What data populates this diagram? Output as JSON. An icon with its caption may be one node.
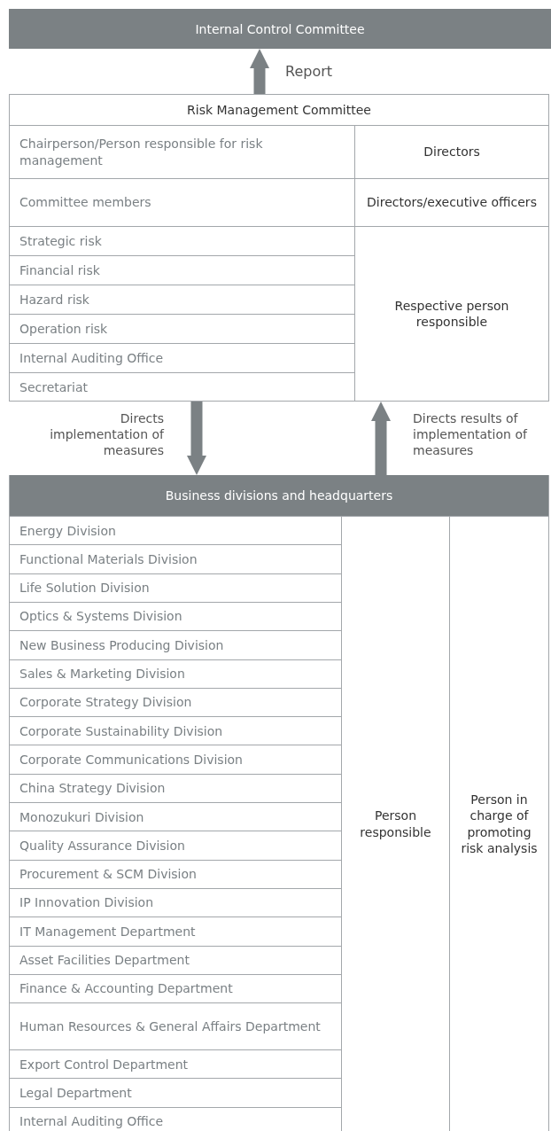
{
  "diagram": {
    "nodes": [
      {
        "text": [
          "Internal Control Committee"
        ]
      },
      {
        "text": [
          "Risk Management Committee"
        ]
      },
      {
        "text": [
          "Chairperson/Person responsible for risk management"
        ],
        "in": 1
      },
      {
        "text": [
          "Directors"
        ],
        "in": 1
      },
      {
        "text": [
          "Committee members"
        ],
        "in": 1
      },
      {
        "text": [
          "Directors/executive officers"
        ],
        "in": 1
      },
      {
        "text": [
          "Strategic risk"
        ],
        "in": 1
      },
      {
        "text": [
          "Financial risk"
        ],
        "in": 1
      },
      {
        "text": [
          "Hazard risk"
        ],
        "in": 1
      },
      {
        "text": [
          "Operation risk"
        ],
        "in": 1
      },
      {
        "text": [
          "Internal Auditing Office"
        ],
        "in": 1
      },
      {
        "text": [
          "Secretariat"
        ],
        "in": 1
      },
      {
        "text": [
          "Respective person responsible"
        ],
        "in": 1
      },
      {
        "text": [
          "Business divisions and headquarters"
        ]
      },
      {
        "text": [
          "Energy Division"
        ],
        "in": 13
      },
      {
        "text": [
          "Functional Materials Division"
        ],
        "in": 13
      },
      {
        "text": [
          "Life Solution Division"
        ],
        "in": 13
      },
      {
        "text": [
          "Optics & Systems Division"
        ],
        "in": 13
      },
      {
        "text": [
          "New Business Producing Division"
        ],
        "in": 13
      },
      {
        "text": [
          "Sales & Marketing Division"
        ],
        "in": 13
      },
      {
        "text": [
          "Corporate Strategy Division"
        ],
        "in": 13
      },
      {
        "text": [
          "Corporate Sustainability Division"
        ],
        "in": 13
      },
      {
        "text": [
          "Corporate Communications Division"
        ],
        "in": 13
      },
      {
        "text": [
          "China Strategy Division"
        ],
        "in": 13
      },
      {
        "text": [
          "Monozukuri Division"
        ],
        "in": 13
      },
      {
        "text": [
          "Quality Assurance Division"
        ],
        "in": 13
      },
      {
        "text": [
          "Procurement & SCM Division"
        ],
        "in": 13
      },
      {
        "text": [
          "IP Innovation Division"
        ],
        "in": 13
      },
      {
        "text": [
          "IT Management Department"
        ],
        "in": 13
      },
      {
        "text": [
          "Asset Facilities Department"
        ],
        "in": 13
      },
      {
        "text": [
          "Finance & Accounting Department"
        ],
        "in": 13
      },
      {
        "text": [
          "Human Resources & General Affairs Department"
        ],
        "in": 13
      },
      {
        "text": [
          "Export Control Department"
        ],
        "in": 13
      },
      {
        "text": [
          "Legal Department"
        ],
        "in": 13
      },
      {
        "text": [
          "Internal Auditing Office"
        ],
        "in": 13
      },
      {
        "text": [
          "Person responsible"
        ],
        "in": 13
      },
      {
        "text": [
          "Person in charge of promoting risk analysis"
        ],
        "in": 13
      }
    ],
    "edges": [
      {
        "from": 1,
        "to": 0,
        "arrow": "to",
        "label": "Report"
      },
      {
        "from": 1,
        "to": 13,
        "arrow": "to",
        "label": "Directs implementation of measures"
      },
      {
        "from": 13,
        "to": 1,
        "arrow": "to",
        "label": "Directs results of implementation of measures"
      }
    ]
  }
}
